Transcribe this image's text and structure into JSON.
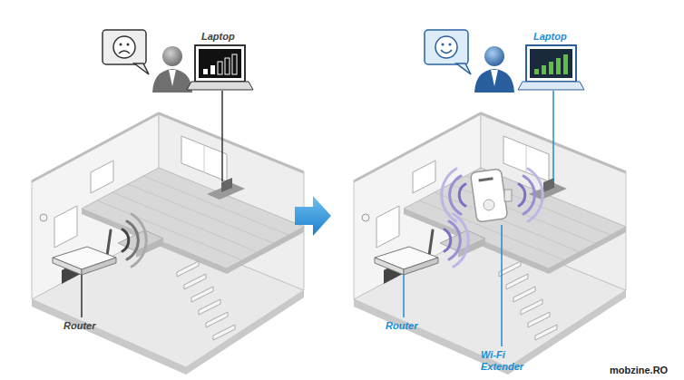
{
  "diagram": {
    "labels": [
      "Laptop",
      "Router",
      "Laptop",
      "Router",
      "Wi-Fi Extender",
      "mobzine.RO"
    ]
  }
}
